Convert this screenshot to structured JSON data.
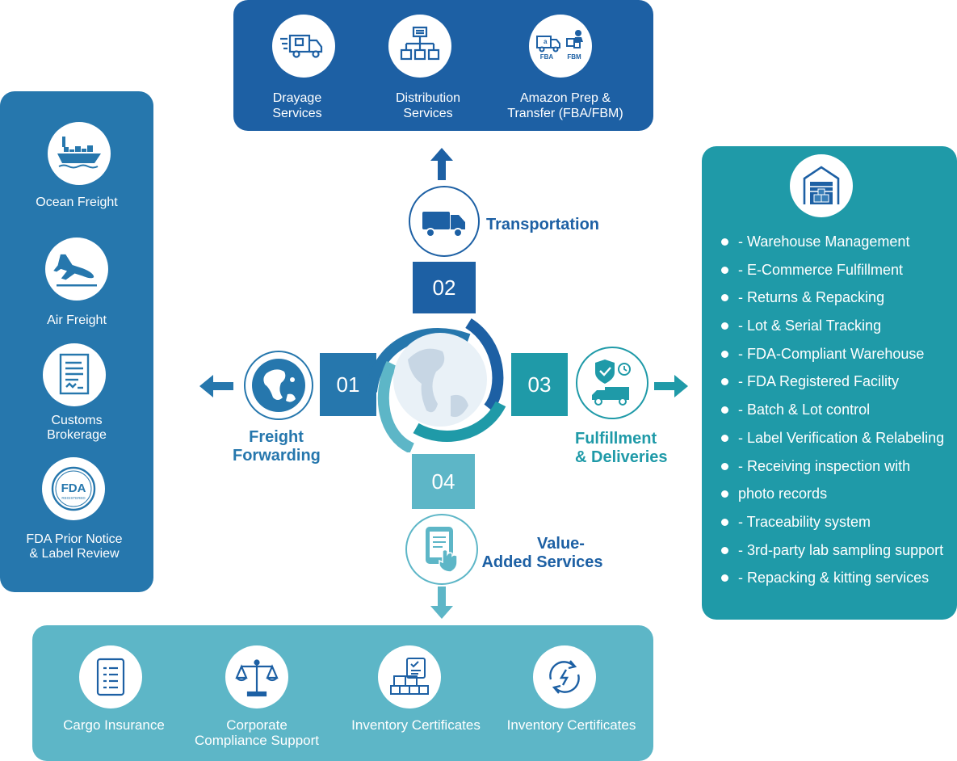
{
  "colors": {
    "navy": "#1d60a4",
    "steel": "#2677ad",
    "teal": "#1f9aa8",
    "sky": "#5db6c7",
    "light_blue": "#56b0c6"
  },
  "top_panel": {
    "items": [
      {
        "icon": "truck-box-icon",
        "lines": [
          "Drayage",
          "Services"
        ]
      },
      {
        "icon": "distribution-tree-icon",
        "lines": [
          "Distribution",
          "Services"
        ]
      },
      {
        "icon": "amazon-fba-fbm-icon",
        "lines": [
          "Amazon Prep &",
          "Transfer (FBA/FBM)"
        ],
        "icon_text": [
          "FBA",
          "FBM"
        ]
      }
    ]
  },
  "left_panel": {
    "items": [
      {
        "icon": "ship-icon",
        "lines": [
          "Ocean Freight"
        ]
      },
      {
        "icon": "airplane-icon",
        "lines": [
          "Air Freight"
        ]
      },
      {
        "icon": "document-icon",
        "lines": [
          "Customs",
          "Brokerage"
        ]
      },
      {
        "icon": "fda-seal-icon",
        "lines": [
          "FDA Prior Notice",
          "& Label Review"
        ],
        "icon_text": [
          "FDA",
          "REGISTERED"
        ]
      }
    ]
  },
  "right_panel": {
    "icon": "warehouse-icon",
    "items": [
      "- Warehouse Management",
      "- E-Commerce Fulfillment",
      "- Returns & Repacking",
      "- Lot & Serial Tracking",
      "- FDA-Compliant Warehouse",
      "- FDA Registered Facility",
      "- Batch & Lot control",
      "- Label Verification & Relabeling",
      "- Receiving inspection with",
      "photo records",
      "- Traceability system",
      "- 3rd-party lab sampling support",
      "- Repacking & kitting services"
    ]
  },
  "bottom_panel": {
    "items": [
      {
        "icon": "checklist-icon",
        "lines": [
          "Cargo Insurance"
        ]
      },
      {
        "icon": "scales-icon",
        "lines": [
          "Corporate",
          "Compliance Support"
        ]
      },
      {
        "icon": "boxes-checklist-icon",
        "lines": [
          "Inventory Certificates"
        ]
      },
      {
        "icon": "refresh-cycle-icon",
        "lines": [
          "Inventory Certificates"
        ]
      }
    ]
  },
  "hub": {
    "n01": {
      "number": "01",
      "lines": [
        "Freight",
        "Forwarding"
      ],
      "icon": "globe-icon"
    },
    "n02": {
      "number": "02",
      "lines": [
        "Transportation"
      ],
      "icon": "truck-icon"
    },
    "n03": {
      "number": "03",
      "lines": [
        "Fulfillment",
        "& Deliveries"
      ],
      "icon": "shield-truck-icon"
    },
    "n04": {
      "number": "04",
      "lines": [
        "Value-",
        "Added Services"
      ],
      "icon": "tablet-touch-icon"
    }
  }
}
